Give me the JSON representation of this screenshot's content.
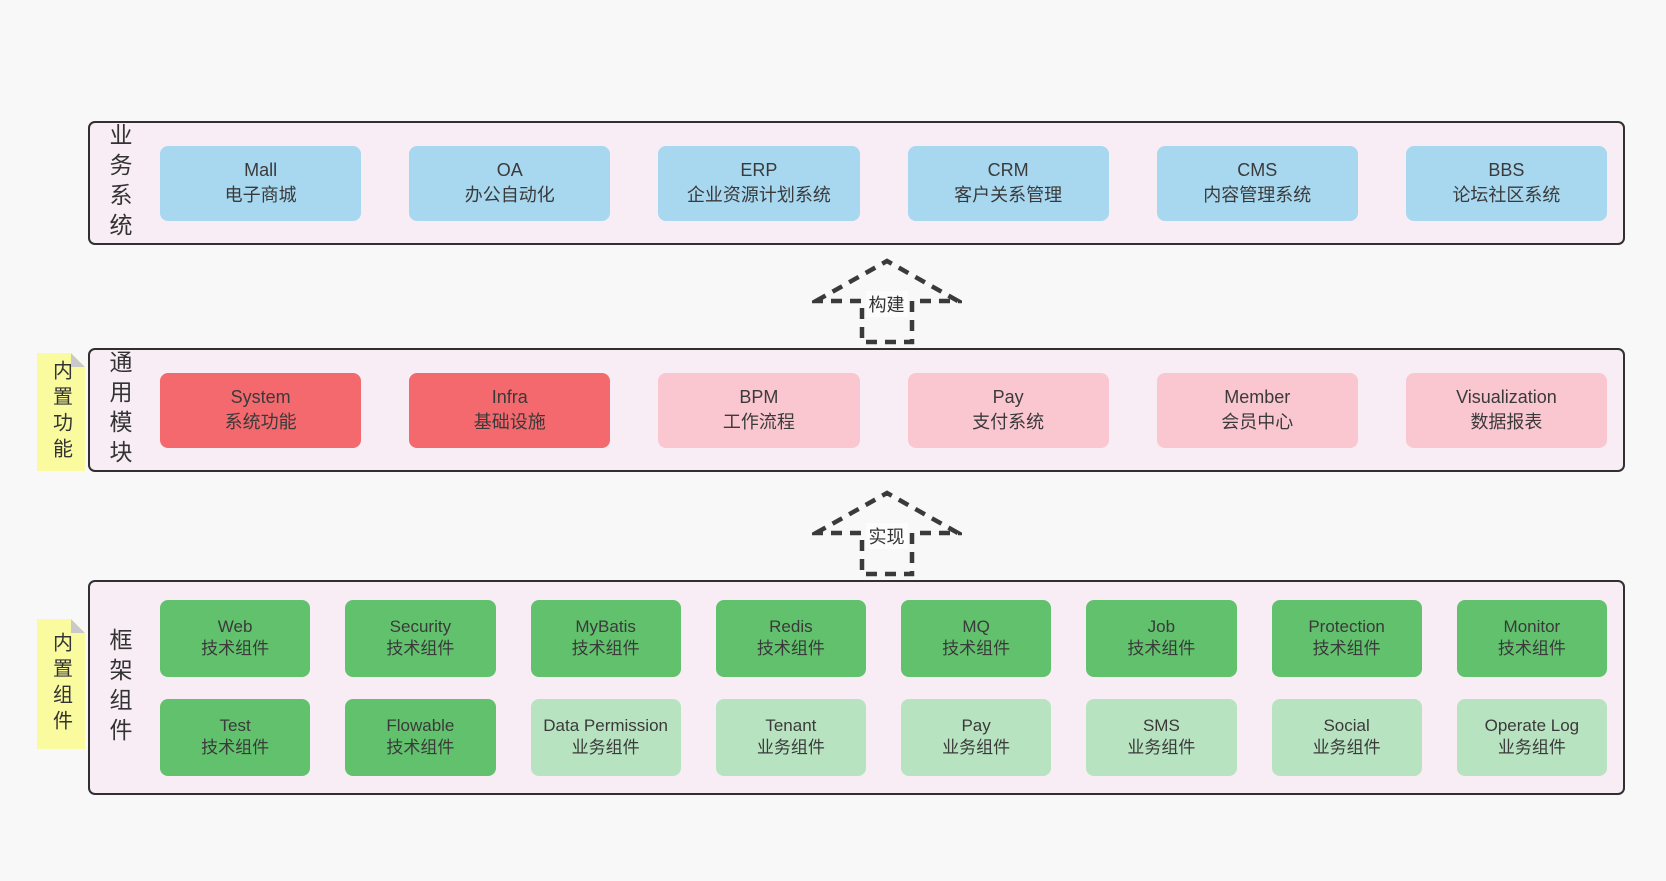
{
  "colors": {
    "page_bg": "#f8f8f8",
    "band_bg": "#f8edf5",
    "band_border": "#303030",
    "blue": "#a8d8f0",
    "red": "#f3696e",
    "pink": "#fac7d1",
    "green_dark": "#61c16d",
    "green_light": "#b8e3c0",
    "sticky_yellow": "#fafa9e",
    "sticky_fold": "#c9c9c9",
    "text": "#333333"
  },
  "arrows": [
    {
      "label": "构建"
    },
    {
      "label": "实现"
    }
  ],
  "bands": [
    {
      "label": "业务系统",
      "sticky": null,
      "rows": [
        [
          {
            "title": "Mall",
            "subtitle": "电子商城",
            "color": "blue"
          },
          {
            "title": "OA",
            "subtitle": "办公自动化",
            "color": "blue"
          },
          {
            "title": "ERP",
            "subtitle": "企业资源计划系统",
            "color": "blue"
          },
          {
            "title": "CRM",
            "subtitle": "客户关系管理",
            "color": "blue"
          },
          {
            "title": "CMS",
            "subtitle": "内容管理系统",
            "color": "blue"
          },
          {
            "title": "BBS",
            "subtitle": "论坛社区系统",
            "color": "blue"
          }
        ]
      ]
    },
    {
      "label": "通用模块",
      "sticky": "内置功能",
      "rows": [
        [
          {
            "title": "System",
            "subtitle": "系统功能",
            "color": "red"
          },
          {
            "title": "Infra",
            "subtitle": "基础设施",
            "color": "red"
          },
          {
            "title": "BPM",
            "subtitle": "工作流程",
            "color": "pink"
          },
          {
            "title": "Pay",
            "subtitle": "支付系统",
            "color": "pink"
          },
          {
            "title": "Member",
            "subtitle": "会员中心",
            "color": "pink"
          },
          {
            "title": "Visualization",
            "subtitle": "数据报表",
            "color": "pink"
          }
        ]
      ]
    },
    {
      "label": "框架组件",
      "sticky": "内置组件",
      "rows": [
        [
          {
            "title": "Web",
            "subtitle": "技术组件",
            "color": "green-dark"
          },
          {
            "title": "Security",
            "subtitle": "技术组件",
            "color": "green-dark"
          },
          {
            "title": "MyBatis",
            "subtitle": "技术组件",
            "color": "green-dark"
          },
          {
            "title": "Redis",
            "subtitle": "技术组件",
            "color": "green-dark"
          },
          {
            "title": "MQ",
            "subtitle": "技术组件",
            "color": "green-dark"
          },
          {
            "title": "Job",
            "subtitle": "技术组件",
            "color": "green-dark"
          },
          {
            "title": "Protection",
            "subtitle": "技术组件",
            "color": "green-dark"
          },
          {
            "title": "Monitor",
            "subtitle": "技术组件",
            "color": "green-dark"
          }
        ],
        [
          {
            "title": "Test",
            "subtitle": "技术组件",
            "color": "green-dark"
          },
          {
            "title": "Flowable",
            "subtitle": "技术组件",
            "color": "green-dark"
          },
          {
            "title": "Data Permission",
            "subtitle": "业务组件",
            "color": "green-light"
          },
          {
            "title": "Tenant",
            "subtitle": "业务组件",
            "color": "green-light"
          },
          {
            "title": "Pay",
            "subtitle": "业务组件",
            "color": "green-light"
          },
          {
            "title": "SMS",
            "subtitle": "业务组件",
            "color": "green-light"
          },
          {
            "title": "Social",
            "subtitle": "业务组件",
            "color": "green-light"
          },
          {
            "title": "Operate Log",
            "subtitle": "业务组件",
            "color": "green-light"
          }
        ]
      ]
    }
  ]
}
